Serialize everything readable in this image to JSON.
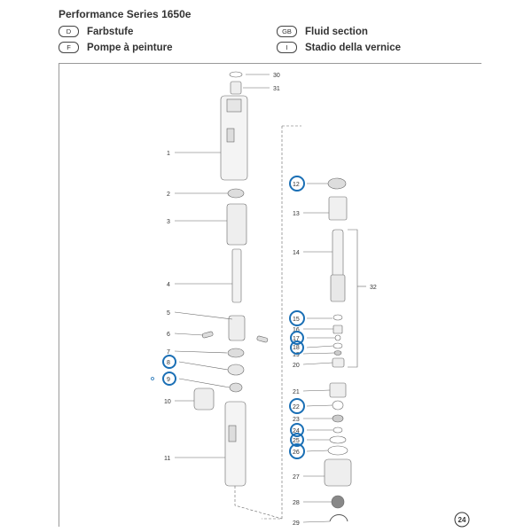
{
  "header": {
    "title": "Performance Series 1650e",
    "languages": [
      {
        "code": "D",
        "name": "Farbstufe"
      },
      {
        "code": "GB",
        "name": "Fluid section"
      },
      {
        "code": "F",
        "name": "Pompe à peinture"
      },
      {
        "code": "I",
        "name": "Stadio della vernice"
      }
    ]
  },
  "diagram": {
    "left_column_parts": [
      "30",
      "31",
      "1",
      "2",
      "3",
      "4",
      "5",
      "6",
      "7",
      "8",
      "9",
      "10",
      "11"
    ],
    "right_column_parts": [
      "12",
      "13",
      "14",
      "15",
      "16",
      "17",
      "18",
      "19",
      "20",
      "21",
      "22",
      "23",
      "24",
      "25",
      "26",
      "27",
      "28",
      "29"
    ],
    "assembly_label": "32",
    "highlighted_parts": [
      "8",
      "9",
      "12",
      "15",
      "17",
      "18",
      "22",
      "24",
      "25",
      "26"
    ],
    "highlight_color": "#1a6fb5"
  },
  "page_number": "24"
}
